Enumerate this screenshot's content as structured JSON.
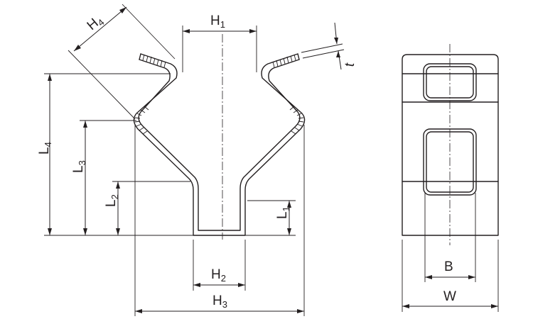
{
  "side_view": {
    "labels": {
      "H1": {
        "main": "H",
        "sub": "1"
      },
      "H2": {
        "main": "H",
        "sub": "2"
      },
      "H3": {
        "main": "H",
        "sub": "3"
      },
      "H4": {
        "main": "H",
        "sub": "4"
      },
      "L1": {
        "main": "L",
        "sub": "1"
      },
      "L2": {
        "main": "L",
        "sub": "2"
      },
      "L3": {
        "main": "L",
        "sub": "3"
      },
      "L4": {
        "main": "L",
        "sub": "4"
      },
      "t": {
        "main": "t"
      }
    }
  },
  "front_view": {
    "labels": {
      "B": "B",
      "W": "W"
    }
  }
}
